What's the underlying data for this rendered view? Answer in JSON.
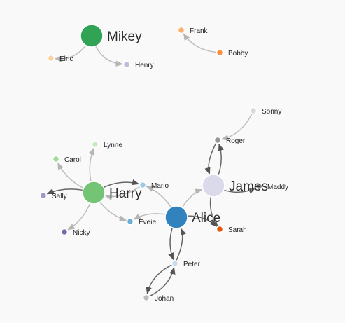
{
  "graph": {
    "nodes": [
      {
        "id": "mikey",
        "label": "Mikey",
        "color": "#31a354",
        "size": "big"
      },
      {
        "id": "elric",
        "label": "Elric",
        "color": "#fdd0a2",
        "size": "small"
      },
      {
        "id": "henry",
        "label": "Henry",
        "color": "#bcbddc",
        "size": "small"
      },
      {
        "id": "frank",
        "label": "Frank",
        "color": "#fdae6b",
        "size": "small"
      },
      {
        "id": "bobby",
        "label": "Bobby",
        "color": "#fd8d3c",
        "size": "small"
      },
      {
        "id": "sonny",
        "label": "Sonny",
        "color": "#d9d9d9",
        "size": "small"
      },
      {
        "id": "roger",
        "label": "Roger",
        "color": "#969696",
        "size": "small"
      },
      {
        "id": "lynne",
        "label": "Lynne",
        "color": "#c7e9c0",
        "size": "small"
      },
      {
        "id": "carol",
        "label": "Carol",
        "color": "#a1d99b",
        "size": "small"
      },
      {
        "id": "harry",
        "label": "Harry",
        "color": "#74c476",
        "size": "big"
      },
      {
        "id": "mario",
        "label": "Mario",
        "color": "#9ecae1",
        "size": "small"
      },
      {
        "id": "james",
        "label": "James",
        "color": "#dadaeb",
        "size": "big"
      },
      {
        "id": "maddy",
        "label": "Maddy",
        "color": "#636363",
        "size": "small"
      },
      {
        "id": "sally",
        "label": "Sally",
        "color": "#9e9ac8",
        "size": "small"
      },
      {
        "id": "alice",
        "label": "Alice",
        "color": "#3182bd",
        "size": "big"
      },
      {
        "id": "eveie",
        "label": "Eveie",
        "color": "#6baed6",
        "size": "small"
      },
      {
        "id": "sarah",
        "label": "Sarah",
        "color": "#e6550d",
        "size": "small"
      },
      {
        "id": "nicky",
        "label": "Nicky",
        "color": "#756bb1",
        "size": "small"
      },
      {
        "id": "peter",
        "label": "Peter",
        "color": "#c6dbef",
        "size": "small"
      },
      {
        "id": "johan",
        "label": "Johan",
        "color": "#bdbdbd",
        "size": "small"
      }
    ],
    "links": [
      {
        "source": "mikey",
        "target": "elric"
      },
      {
        "source": "mikey",
        "target": "henry"
      },
      {
        "source": "bobby",
        "target": "frank"
      },
      {
        "source": "sonny",
        "target": "roger"
      },
      {
        "source": "james",
        "target": "roger"
      },
      {
        "source": "roger",
        "target": "james"
      },
      {
        "source": "james",
        "target": "maddy"
      },
      {
        "source": "james",
        "target": "sarah"
      },
      {
        "source": "alice",
        "target": "james"
      },
      {
        "source": "alice",
        "target": "mario"
      },
      {
        "source": "alice",
        "target": "eveie"
      },
      {
        "source": "alice",
        "target": "sarah"
      },
      {
        "source": "alice",
        "target": "peter"
      },
      {
        "source": "peter",
        "target": "alice"
      },
      {
        "source": "johan",
        "target": "peter"
      },
      {
        "source": "peter",
        "target": "johan"
      },
      {
        "source": "harry",
        "target": "mario"
      },
      {
        "source": "mario",
        "target": "harry"
      },
      {
        "source": "harry",
        "target": "eveie"
      },
      {
        "source": "harry",
        "target": "lynne"
      },
      {
        "source": "harry",
        "target": "carol"
      },
      {
        "source": "harry",
        "target": "sally"
      },
      {
        "source": "harry",
        "target": "nicky"
      }
    ]
  }
}
